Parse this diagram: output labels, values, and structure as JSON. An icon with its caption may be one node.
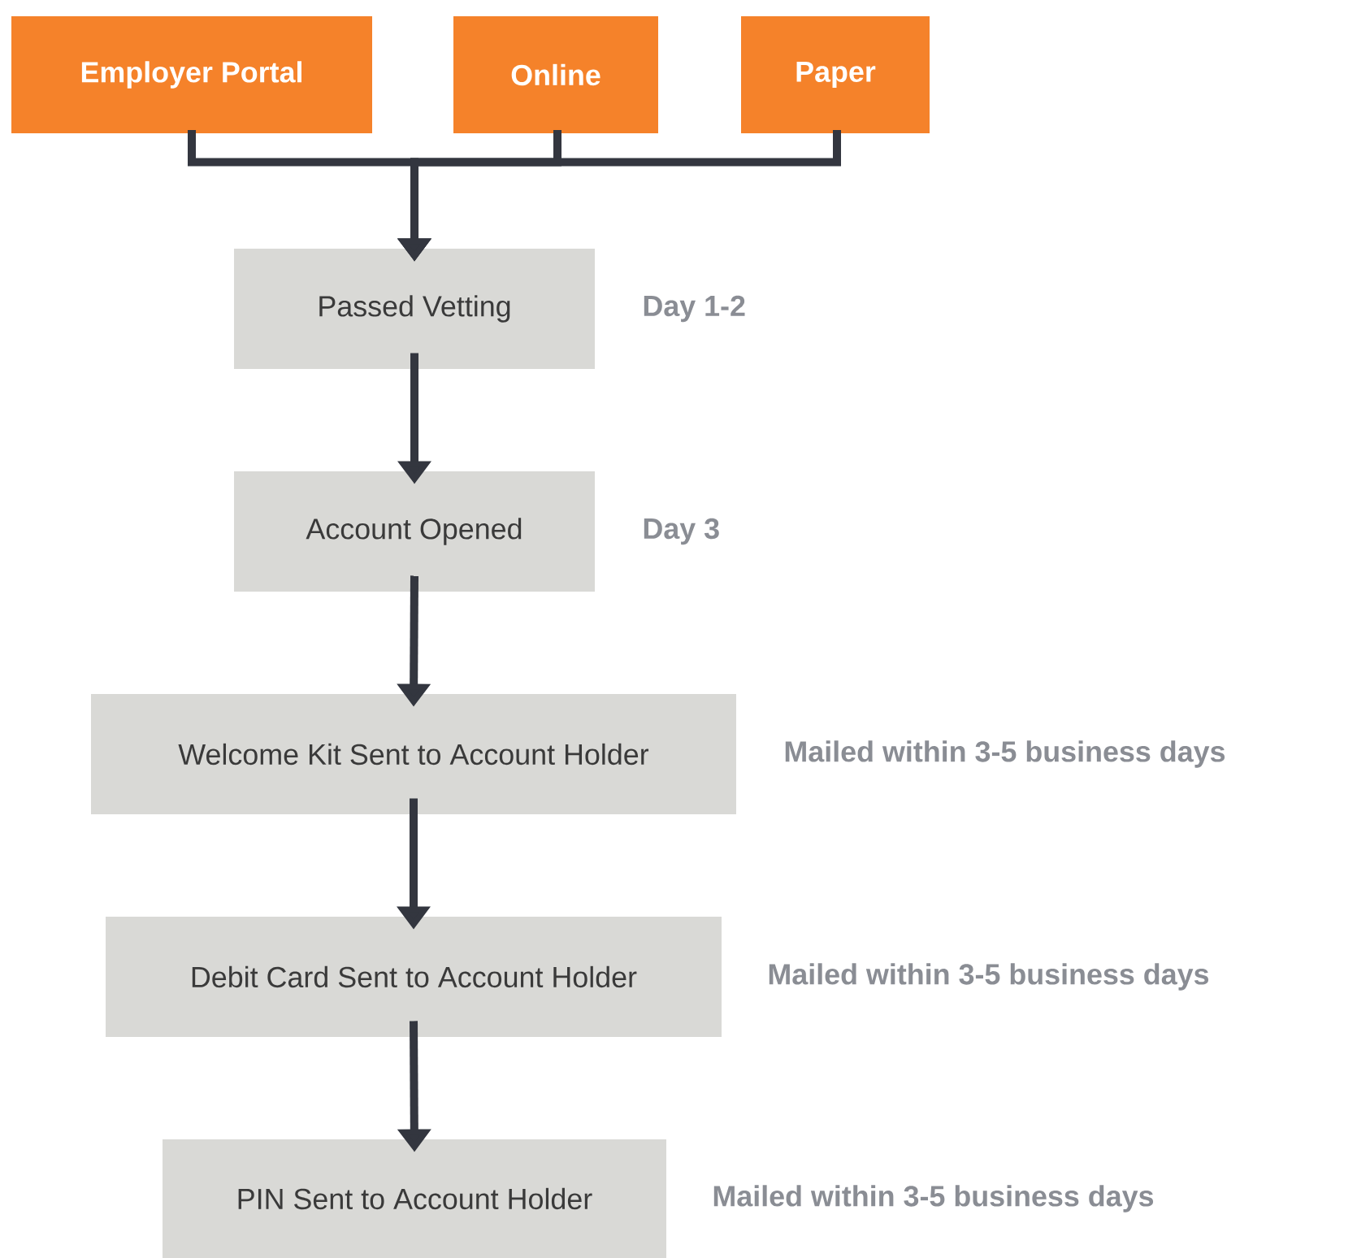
{
  "diagram": {
    "nodes": [
      {
        "text": [
          "Employer Portal"
        ]
      },
      {
        "text": [
          "Online"
        ]
      },
      {
        "text": [
          "Paper"
        ]
      },
      {
        "text": [
          "Passed Vetting"
        ],
        "beside": [
          "Day 1-2"
        ]
      },
      {
        "text": [
          "Account Opened"
        ],
        "beside": [
          "Day 3"
        ]
      },
      {
        "text": [
          "Welcome Kit Sent to Account Holder"
        ],
        "beside": [
          "Mailed within 3-5 business days"
        ]
      },
      {
        "text": [
          "Debit Card Sent to Account Holder"
        ],
        "beside": [
          "Mailed within 3-5 business days"
        ]
      },
      {
        "text": [
          "PIN Sent to Account Holder"
        ],
        "beside": [
          "Mailed within 3-5 business days"
        ]
      }
    ],
    "edges": [
      {
        "from": 0,
        "to": 3,
        "arrow": "to"
      },
      {
        "from": 1,
        "to": 3,
        "arrow": "to"
      },
      {
        "from": 2,
        "to": 3,
        "arrow": "to"
      },
      {
        "from": 3,
        "to": 4,
        "arrow": "to"
      },
      {
        "from": 4,
        "to": 5,
        "arrow": "to"
      },
      {
        "from": 5,
        "to": 6,
        "arrow": "to"
      },
      {
        "from": 6,
        "to": 7,
        "arrow": "to"
      }
    ]
  }
}
